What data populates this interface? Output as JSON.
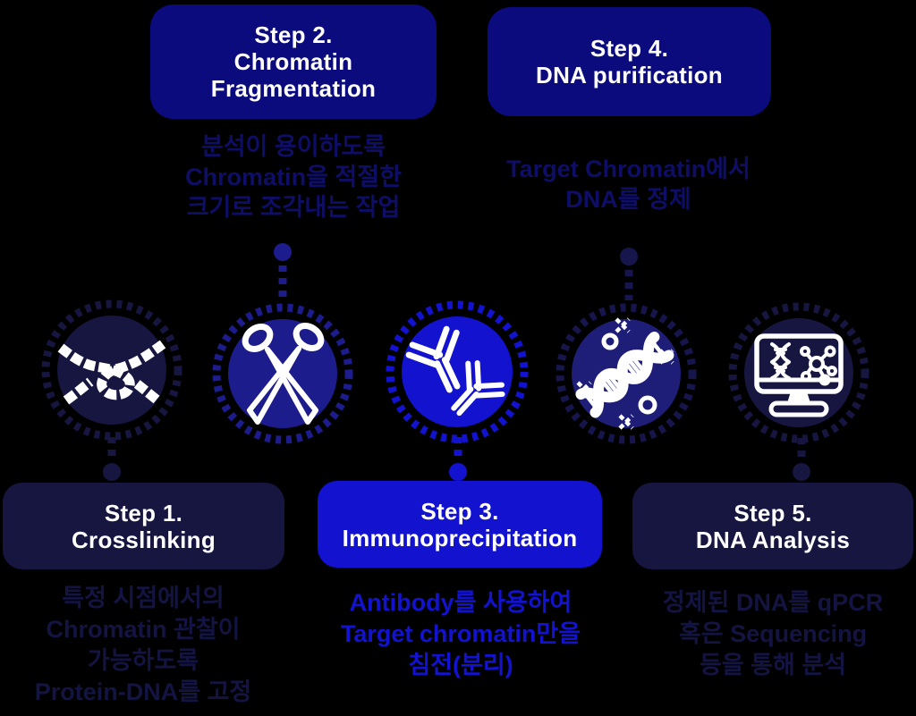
{
  "diagram_title": "ChIP workflow steps",
  "palette": {
    "background": "#000000",
    "white": "#ffffff",
    "navy_box_top": "#0b0b7e",
    "navy_dark": "#161640",
    "royal_medium": "#1c1c8c",
    "blue_bright": "#1212cf",
    "circle4_fill": "#1e1e78",
    "circle4_ring": "#16164d",
    "desc_text_top": "#0e0e66",
    "desc_text_dark": "#141442"
  },
  "icons": {
    "step1": "knot-icon",
    "step2": "scissors-icon",
    "step3": "antibody-icon",
    "step4": "dna-helix-icon",
    "step5": "monitor-dna-icon"
  },
  "steps": {
    "s1": {
      "title1": "Step 1.",
      "title2": "Crosslinking",
      "desc1": "특정 시점에서의",
      "desc2": "Chromatin 관찰이",
      "desc3": "가능하도록",
      "desc4": "Protein-DNA를 고정"
    },
    "s2": {
      "title1": "Step 2.",
      "title2": "Chromatin",
      "title3": "Fragmentation",
      "desc1": "분석이 용이하도록",
      "desc2": "Chromatin을 적절한",
      "desc3": "크기로 조각내는 작업"
    },
    "s3": {
      "title1": "Step 3.",
      "title2": "Immunoprecipitation",
      "desc1": "Antibody를 사용하여",
      "desc2": "Target chromatin만을",
      "desc3": "침전(분리)"
    },
    "s4": {
      "title1": "Step 4.",
      "title2": "DNA purification",
      "desc1": "Target Chromatin에서",
      "desc2": "DNA를 정제"
    },
    "s5": {
      "title1": "Step 5.",
      "title2": "DNA Analysis",
      "desc1": "정제된 DNA를 qPCR",
      "desc2": "혹은 Sequencing",
      "desc3": "등을 통해 분석"
    }
  }
}
